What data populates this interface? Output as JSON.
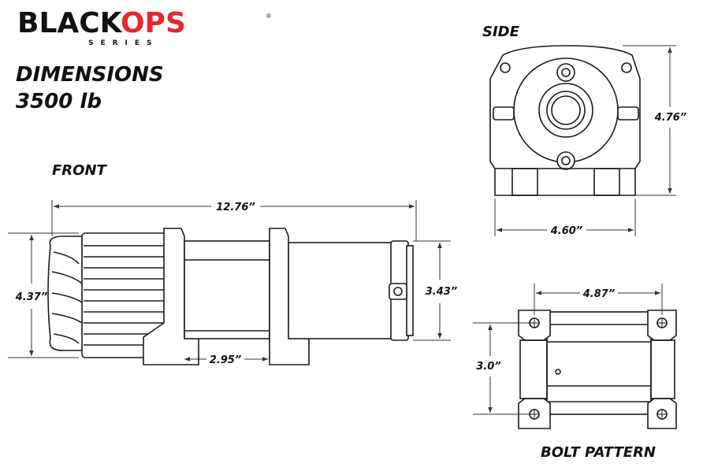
{
  "brand": {
    "name_part1": "BLACK",
    "name_part2": "OPS",
    "series": "SERIES",
    "registered": "®",
    "accent": "#e8262d"
  },
  "title": {
    "line1": "DIMENSIONS",
    "line2": "3500 lb"
  },
  "views": {
    "front": "FRONT",
    "side": "SIDE",
    "bolt_pattern": "BOLT PATTERN"
  },
  "dimensions": {
    "front_length": "12.76”",
    "front_height": "4.37”",
    "front_drum_height": "3.43”",
    "front_foot_spacing": "2.95”",
    "side_height": "4.76”",
    "side_width": "4.60”",
    "bolt_width": "4.87”",
    "bolt_depth": "3.0”"
  },
  "colors": {
    "line": "#1a1a1a",
    "fill": "#ffffff",
    "dim_line": "#333333"
  }
}
